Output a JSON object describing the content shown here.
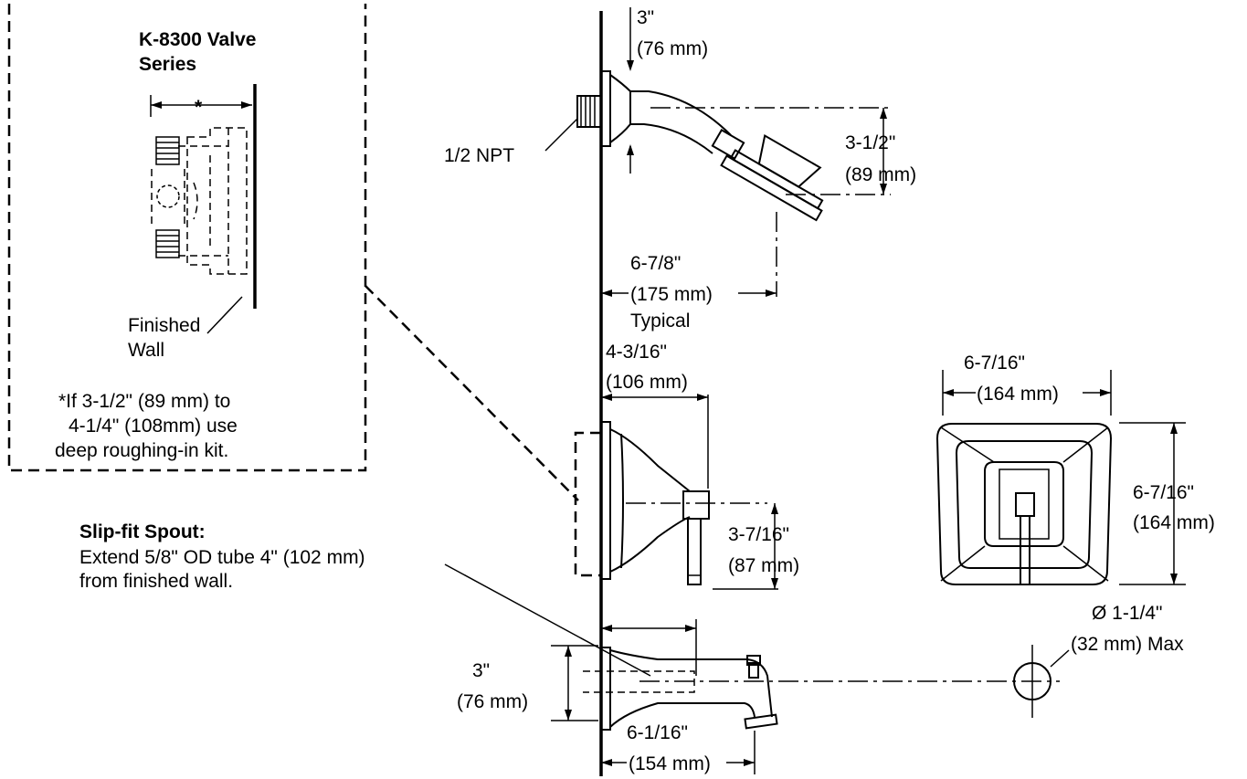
{
  "inset": {
    "title_line1": "K-8300 Valve",
    "title_line2": "Series",
    "asterisk": "*",
    "finished_line1": "Finished",
    "finished_line2": "Wall",
    "note_line1": "*If 3-1/2\" (89 mm) to",
    "note_line2": "4-1/4\" (108mm) use",
    "note_line3": "deep roughing-in kit."
  },
  "showerhead": {
    "top_in": "3\"",
    "top_mm": "(76 mm)",
    "npt": "1/2 NPT",
    "drop_in": "3-1/2\"",
    "drop_mm": "(89 mm)",
    "reach_in": "6-7/8\"",
    "reach_mm": "(175 mm)",
    "reach_note": "Typical"
  },
  "valve": {
    "depth_in": "4-3/16\"",
    "depth_mm": "(106 mm)",
    "handle_in": "3-7/16\"",
    "handle_mm": "(87 mm)"
  },
  "plate": {
    "width_in": "6-7/16\"",
    "width_mm": "(164 mm)",
    "height_in": "6-7/16\"",
    "height_mm": "(164 mm)"
  },
  "spout": {
    "title": "Slip-fit Spout:",
    "line1": "Extend 5/8\" OD tube 4\" (102 mm)",
    "line2": "from finished wall.",
    "height_in": "3\"",
    "height_mm": "(76 mm)",
    "reach_in": "6-1/16\"",
    "reach_mm": "(154 mm)",
    "hole_in": "Ø 1-1/4\"",
    "hole_mm": "(32 mm) Max"
  }
}
